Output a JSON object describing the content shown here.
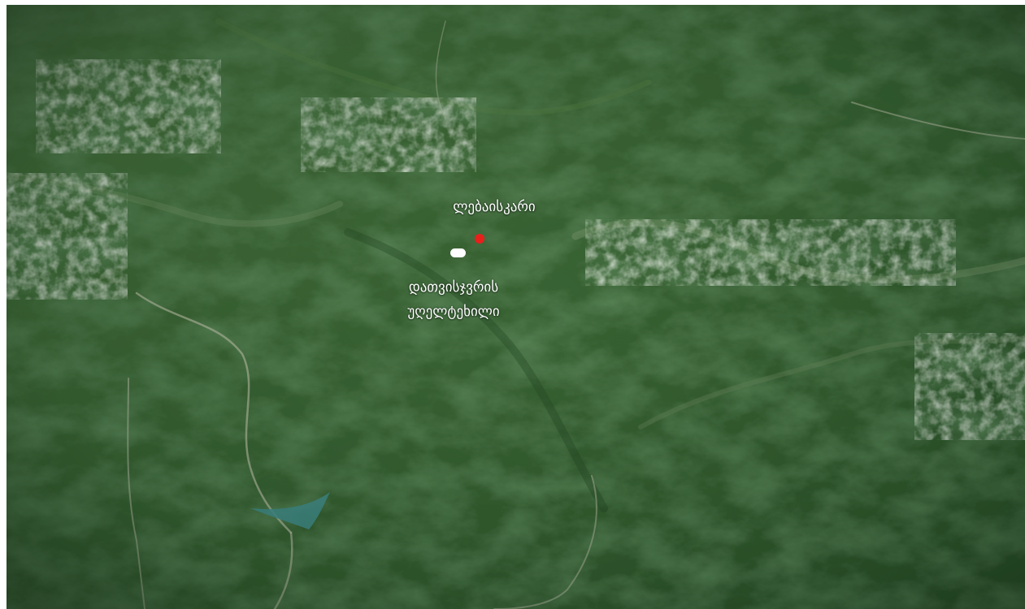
{
  "map": {
    "view": "satellite",
    "terrain": "forested-mountains",
    "colors": {
      "marker_peak": "#e8201c",
      "marker_forest": "#ffffff",
      "label_text": "#ffffff",
      "forest_dark": "#1f3f1f",
      "forest_mid": "#3b6a34",
      "forest_light": "#6d9152",
      "snow": "#e9ece8",
      "water": "#3f8f96",
      "road": "#c9c8b4"
    },
    "markers": [
      {
        "name": "peak-marker",
        "label": "ლებაისკარი",
        "color": "#e8201c",
        "shape": "dot"
      },
      {
        "name": "forest-marker",
        "label_lines": [
          "დათვისჯვრის",
          "უღელტეხილი"
        ],
        "color": "#ffffff",
        "shape": "pill"
      }
    ]
  }
}
